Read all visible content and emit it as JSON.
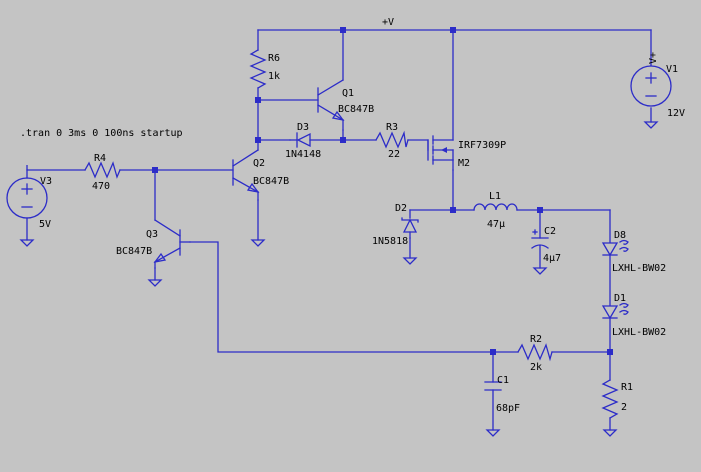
{
  "directive": ".tran 0 3ms 0 100ns startup",
  "net_vplus": "+V",
  "V1": {
    "name": "V1",
    "value": "12V",
    "pin_plus": "V+"
  },
  "V3": {
    "name": "V3",
    "value": "5V"
  },
  "R1": {
    "name": "R1",
    "value": "2"
  },
  "R2": {
    "name": "R2",
    "value": "2k"
  },
  "R3": {
    "name": "R3",
    "value": "22"
  },
  "R4": {
    "name": "R4",
    "value": "470"
  },
  "R6": {
    "name": "R6",
    "value": "1k"
  },
  "Q1": {
    "name": "Q1",
    "model": "BC847B"
  },
  "Q2": {
    "name": "Q2",
    "model": "BC847B"
  },
  "Q3": {
    "name": "Q3",
    "model": "BC847B"
  },
  "M2": {
    "name": "M2",
    "model": "IRF7309P"
  },
  "D1": {
    "name": "D1",
    "model": "LXHL-BW02"
  },
  "D2": {
    "name": "D2",
    "model": "1N5818"
  },
  "D3": {
    "name": "D3",
    "model": "1N4148"
  },
  "D8": {
    "name": "D8",
    "model": "LXHL-BW02"
  },
  "L1": {
    "name": "L1",
    "value": "47µ"
  },
  "C1": {
    "name": "C1",
    "value": "68pF"
  },
  "C2": {
    "name": "C2",
    "value": "4µ7"
  }
}
